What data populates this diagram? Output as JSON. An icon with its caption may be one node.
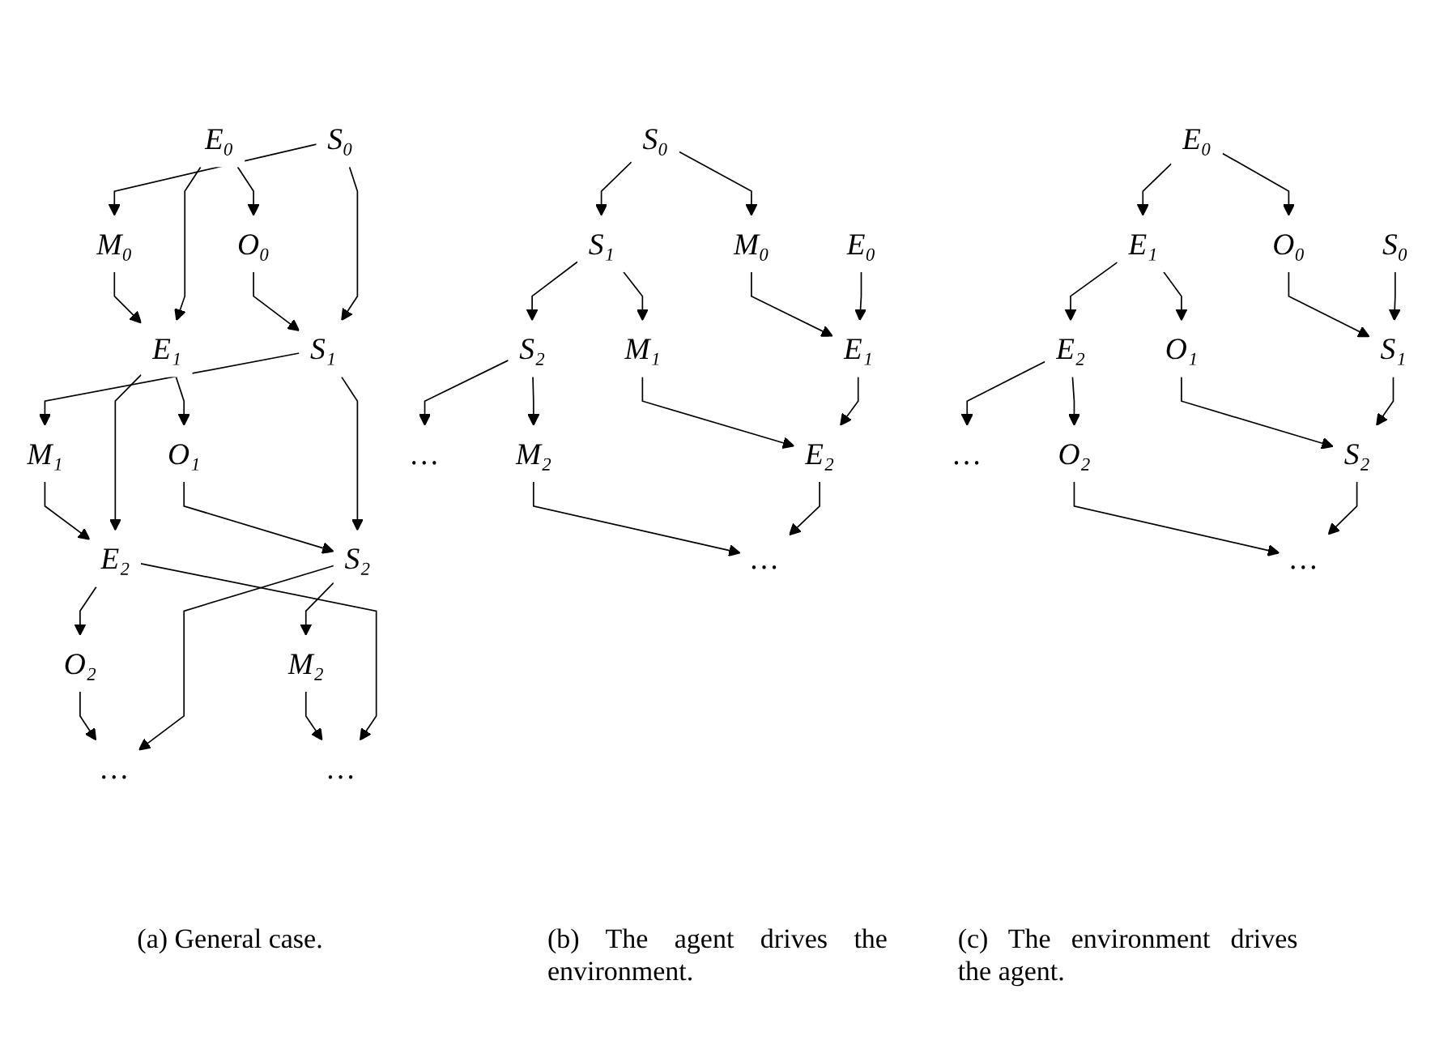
{
  "diagram": {
    "nodes": [
      {
        "text": [
          "S₀"
        ]
      },
      {
        "text": [
          "E₀"
        ]
      },
      {
        "text": [
          "M₀"
        ]
      },
      {
        "text": [
          "O₀"
        ]
      },
      {
        "text": [
          "S₁"
        ]
      },
      {
        "text": [
          "E₁"
        ]
      },
      {
        "text": [
          "M₁"
        ]
      },
      {
        "text": [
          "O₁"
        ]
      },
      {
        "text": [
          "S₂"
        ]
      },
      {
        "text": [
          "E₂"
        ]
      },
      {
        "text": [
          "M₂"
        ]
      },
      {
        "text": [
          "O₂"
        ]
      },
      {
        "text": [
          "…"
        ]
      },
      {
        "text": [
          "…"
        ]
      },
      {
        "text": [
          "S₀"
        ]
      },
      {
        "text": [
          "E₀"
        ]
      },
      {
        "text": [
          "M₀"
        ]
      },
      {
        "text": [
          "S₁"
        ]
      },
      {
        "text": [
          "E₁"
        ]
      },
      {
        "text": [
          "M₁"
        ]
      },
      {
        "text": [
          "S₂"
        ]
      },
      {
        "text": [
          "E₂"
        ]
      },
      {
        "text": [
          "M₂"
        ]
      },
      {
        "text": [
          "…"
        ]
      },
      {
        "text": [
          "…"
        ]
      },
      {
        "text": [
          "S₀"
        ]
      },
      {
        "text": [
          "E₀"
        ]
      },
      {
        "text": [
          "O₀"
        ]
      },
      {
        "text": [
          "S₁"
        ]
      },
      {
        "text": [
          "E₁"
        ]
      },
      {
        "text": [
          "O₁"
        ]
      },
      {
        "text": [
          "S₂"
        ]
      },
      {
        "text": [
          "E₂"
        ]
      },
      {
        "text": [
          "O₂"
        ]
      },
      {
        "text": [
          "…"
        ]
      },
      {
        "text": [
          "…"
        ]
      }
    ],
    "edges": [
      {
        "from": 0,
        "to": 2,
        "arrow": "to"
      },
      {
        "from": 1,
        "to": 3,
        "arrow": "to"
      },
      {
        "from": 0,
        "to": 4,
        "arrow": "to"
      },
      {
        "from": 1,
        "to": 5,
        "arrow": "to"
      },
      {
        "from": 2,
        "to": 5,
        "arrow": "to"
      },
      {
        "from": 3,
        "to": 4,
        "arrow": "to"
      },
      {
        "from": 4,
        "to": 6,
        "arrow": "to"
      },
      {
        "from": 5,
        "to": 7,
        "arrow": "to"
      },
      {
        "from": 4,
        "to": 8,
        "arrow": "to"
      },
      {
        "from": 5,
        "to": 9,
        "arrow": "to"
      },
      {
        "from": 6,
        "to": 9,
        "arrow": "to"
      },
      {
        "from": 7,
        "to": 8,
        "arrow": "to"
      },
      {
        "from": 8,
        "to": 10,
        "arrow": "to"
      },
      {
        "from": 9,
        "to": 11,
        "arrow": "to"
      },
      {
        "from": 8,
        "to": 12,
        "arrow": "to"
      },
      {
        "from": 9,
        "to": 13,
        "arrow": "to"
      },
      {
        "from": 10,
        "to": 13,
        "arrow": "to"
      },
      {
        "from": 11,
        "to": 12,
        "arrow": "to"
      },
      {
        "from": 14,
        "to": 16,
        "arrow": "to"
      },
      {
        "from": 14,
        "to": 17,
        "arrow": "to"
      },
      {
        "from": 15,
        "to": 18,
        "arrow": "to"
      },
      {
        "from": 16,
        "to": 18,
        "arrow": "to"
      },
      {
        "from": 17,
        "to": 19,
        "arrow": "to"
      },
      {
        "from": 17,
        "to": 20,
        "arrow": "to"
      },
      {
        "from": 18,
        "to": 21,
        "arrow": "to"
      },
      {
        "from": 19,
        "to": 21,
        "arrow": "to"
      },
      {
        "from": 20,
        "to": 22,
        "arrow": "to"
      },
      {
        "from": 20,
        "to": 23,
        "arrow": "to"
      },
      {
        "from": 21,
        "to": 24,
        "arrow": "to"
      },
      {
        "from": 22,
        "to": 24,
        "arrow": "to"
      },
      {
        "from": 26,
        "to": 27,
        "arrow": "to"
      },
      {
        "from": 25,
        "to": 28,
        "arrow": "to"
      },
      {
        "from": 26,
        "to": 29,
        "arrow": "to"
      },
      {
        "from": 27,
        "to": 28,
        "arrow": "to"
      },
      {
        "from": 29,
        "to": 30,
        "arrow": "to"
      },
      {
        "from": 28,
        "to": 31,
        "arrow": "to"
      },
      {
        "from": 29,
        "to": 32,
        "arrow": "to"
      },
      {
        "from": 30,
        "to": 31,
        "arrow": "to"
      },
      {
        "from": 32,
        "to": 33,
        "arrow": "to"
      },
      {
        "from": 31,
        "to": 34,
        "arrow": "to"
      },
      {
        "from": 32,
        "to": 35,
        "arrow": "to"
      },
      {
        "from": 33,
        "to": 34,
        "arrow": "to"
      }
    ],
    "labels": [
      "(a) General case.",
      "(b) The agent drives the environment.",
      "(c) The environment drives the agent."
    ]
  }
}
